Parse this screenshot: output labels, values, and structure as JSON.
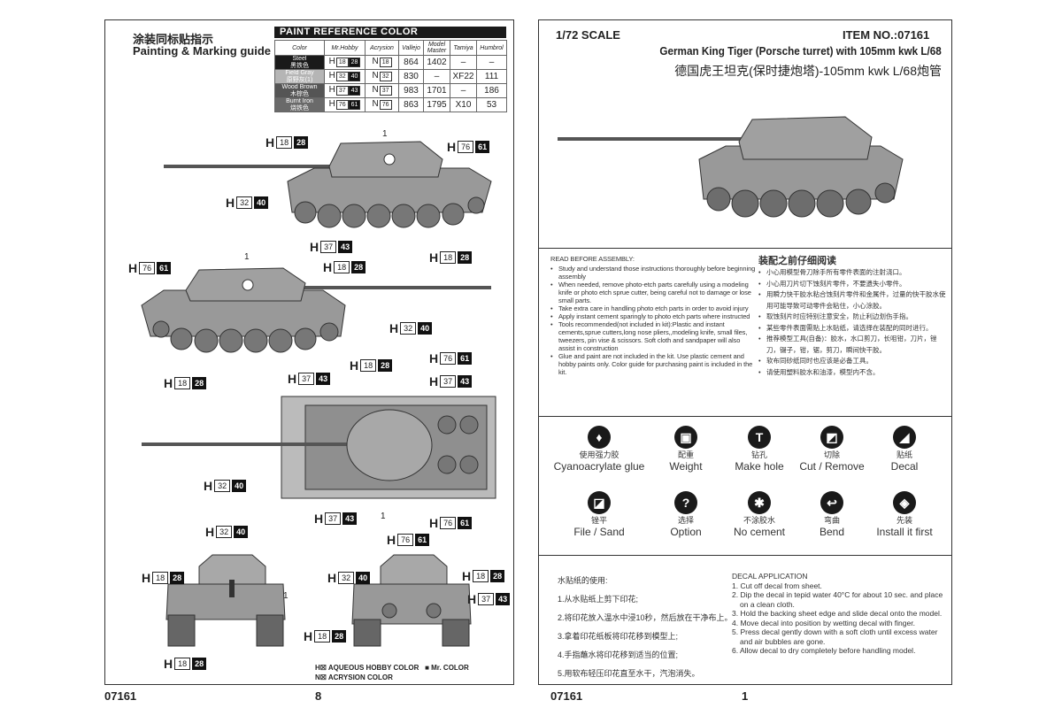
{
  "left_page": {
    "title_cn": "涂装同标贴指示",
    "title_en": "Painting & Marking guide",
    "paint_table": {
      "title": "PAINT  REFERENCE COLOR",
      "headers": [
        "Color",
        "Mr.Hobby",
        "Acrysion",
        "Vallejo",
        "Model Master",
        "Tamiya",
        "Humbrol"
      ],
      "rows": [
        {
          "name": "Steel",
          "name_cn": "黑铁色",
          "swatch": "#1a1a1a",
          "h1": "18",
          "h2": "28",
          "n": "18",
          "vallejo": "864",
          "mm": "1402",
          "tamiya": "–",
          "humbrol": "–"
        },
        {
          "name": "Field Gray",
          "name_cn": "原野灰(1)",
          "swatch": "#b5b5b5",
          "h1": "32",
          "h2": "40",
          "n": "32",
          "vallejo": "830",
          "mm": "–",
          "tamiya": "XF22",
          "humbrol": "111"
        },
        {
          "name": "Wood Brown",
          "name_cn": "木棕色",
          "swatch": "#555",
          "h1": "37",
          "h2": "43",
          "n": "37",
          "vallejo": "983",
          "mm": "1701",
          "tamiya": "–",
          "humbrol": "186"
        },
        {
          "name": "Burnt Iron",
          "name_cn": "烧铁色",
          "swatch": "#6a6a6a",
          "h1": "76",
          "h2": "61",
          "n": "76",
          "vallejo": "863",
          "mm": "1795",
          "tamiya": "X10",
          "humbrol": "53"
        }
      ]
    },
    "callouts": [
      {
        "p": "H",
        "a": "18",
        "b": "28"
      },
      {
        "p": "H",
        "a": "76",
        "b": "61"
      },
      {
        "p": "H",
        "a": "32",
        "b": "40"
      },
      {
        "p": "H",
        "a": "37",
        "b": "43"
      },
      {
        "p": "H",
        "a": "18",
        "b": "28"
      },
      {
        "p": "H",
        "a": "76",
        "b": "61"
      },
      {
        "p": "H",
        "a": "18",
        "b": "28"
      },
      {
        "p": "H",
        "a": "32",
        "b": "40"
      },
      {
        "p": "H",
        "a": "18",
        "b": "28"
      },
      {
        "p": "H",
        "a": "37",
        "b": "43"
      },
      {
        "p": "H",
        "a": "18",
        "b": "28"
      },
      {
        "p": "H",
        "a": "76",
        "b": "61"
      },
      {
        "p": "H",
        "a": "37",
        "b": "43"
      },
      {
        "p": "H",
        "a": "32",
        "b": "40"
      },
      {
        "p": "H",
        "a": "37",
        "b": "43"
      },
      {
        "p": "H",
        "a": "76",
        "b": "61"
      },
      {
        "p": "H",
        "a": "32",
        "b": "40"
      },
      {
        "p": "H",
        "a": "18",
        "b": "28"
      },
      {
        "p": "H",
        "a": "18",
        "b": "28"
      },
      {
        "p": "H",
        "a": "76",
        "b": "61"
      },
      {
        "p": "H",
        "a": "32",
        "b": "40"
      },
      {
        "p": "H",
        "a": "18",
        "b": "28"
      },
      {
        "p": "H",
        "a": "37",
        "b": "43"
      },
      {
        "p": "H",
        "a": "18",
        "b": "28"
      }
    ],
    "decal_number": "1",
    "legend": {
      "h": "H☒ AQUEOUS HOBBY COLOR",
      "mr": "■ Mr. COLOR",
      "n": "N☒ ACRYSION COLOR"
    },
    "item_no": "07161",
    "page_no": "8"
  },
  "right_page": {
    "scale": "1/72 SCALE",
    "item": "ITEM NO.:07161",
    "title_en": "German King Tiger (Porsche turret) with 105mm kwk L/68",
    "title_cn": "德国虎王坦克(保时捷炮塔)-105mm kwk L/68炮管",
    "read_title": "READ BEFORE ASSEMBLY:",
    "read_items": [
      "Study and understand those instructions thoroughly before beginning assembly",
      "When needed, remove photo-etch parts carefully using a modeling knife or photo etch sprue cutter, being careful not to damage or lose small parts.",
      "Take extra care in handling photo etch parts in order to avoid injury",
      "Apply instant cement sparingly to photo etch parts where instructed",
      "Tools recommended(not included in kit):Plastic and instant cements,sprue cutters,long nose pliers,,modeling knife, small files, tweezers, pin vise & scissors. Soft cloth and sandpaper will also assist in construction",
      "Glue and paint are not included in the kit. Use plastic cement and hobby paints only. Color guide for purchasing paint is included in the kit."
    ],
    "read_title_cn": "装配之前仔细阅读",
    "read_items_cn": [
      "小心用模型骨刀除手所有零件表面的注射浇口。",
      "小心用刀片切下蚀刻片零件，不要遗失小零件。",
      "用瞬力快干胶水粘合蚀刻片零件和金属件，过量的快干胶水使用可能导致可动零件会粘住，小心涂胶。",
      "取蚀刻片时应特别注意安全，防止利边划伤手指。",
      "某些零件表面需贴上水贴纸，请选择在装配的同时进行。",
      "推荐模型工具(自备)：胶水，水口剪刀，长咀钳，刀片，锉刀，镊子，钳，锯，剪刀，瞬间快干胶。",
      "软布同砂纸同时也应该是必备工具。",
      "请使用塑料胶水和油漆，模型内不含。"
    ],
    "icons": [
      {
        "icon": "glue-icon",
        "glyph": "♦",
        "cn": "使用强力胶",
        "en": "Cyanoacrylate glue"
      },
      {
        "icon": "weight-icon",
        "glyph": "▣",
        "cn": "配重",
        "en": "Weight"
      },
      {
        "icon": "drill-icon",
        "glyph": "T",
        "cn": "钻孔",
        "en": "Make hole"
      },
      {
        "icon": "cut-icon",
        "glyph": "◩",
        "cn": "切除",
        "en": "Cut / Remove"
      },
      {
        "icon": "decal-icon",
        "glyph": "◢",
        "cn": "贴纸",
        "en": "Decal"
      },
      {
        "icon": "file-icon",
        "glyph": "◪",
        "cn": "锉平",
        "en": "File / Sand"
      },
      {
        "icon": "question-icon",
        "glyph": "?",
        "cn": "选择",
        "en": "Option"
      },
      {
        "icon": "no-cement-icon",
        "glyph": "✱",
        "cn": "不涂胶水",
        "en": "No cement"
      },
      {
        "icon": "bend-icon",
        "glyph": "↩",
        "cn": "弯曲",
        "en": "Bend"
      },
      {
        "icon": "install-first-icon",
        "glyph": "◈",
        "cn": "先装",
        "en": "Install it first"
      }
    ],
    "decal_cn_title": "水贴纸的使用:",
    "decal_cn": [
      "1.从水贴纸上剪下印花;",
      "2.将印花放入温水中浸10秒，然后放在干净布上。",
      "3.拿着印花纸板将印花移到模型上;",
      "4.手指蘸水将印花移到适当的位置;",
      "5.用软布轻压印花直至水干，汽泡消失。"
    ],
    "decal_en_title": "DECAL APPLICATION",
    "decal_en": [
      "1. Cut off decal from sheet.",
      "2. Dip the decal in tepid water 40°C for about 10 sec. and place on a clean cloth.",
      "3. Hold the backing sheet edge and slide decal onto the model.",
      "4. Move decal into position by wetting decal with finger.",
      "5. Press decal gently down with a soft cloth until excess water and air bubbles are gone.",
      "6. Allow decal to dry completely before handling model."
    ],
    "item_no": "07161",
    "page_no": "1"
  }
}
